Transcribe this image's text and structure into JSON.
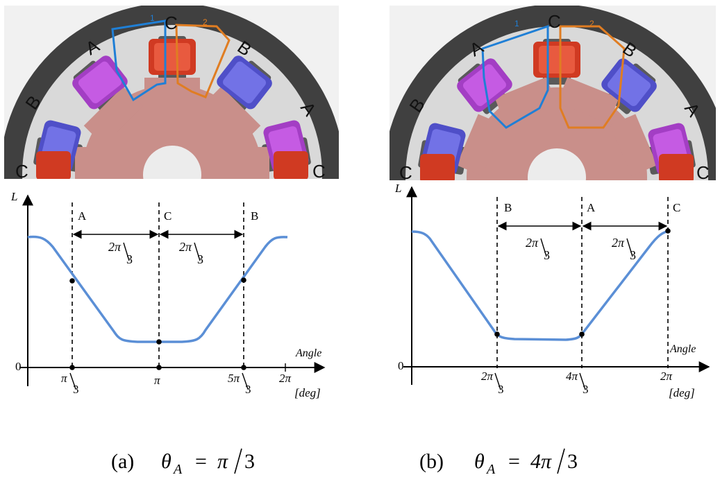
{
  "panels": [
    {
      "id": "a",
      "caption": {
        "label": "(a)",
        "theta": "θ",
        "sub": "A",
        "equals": "=",
        "num": "π",
        "den": "3"
      },
      "motor_labels": {
        "top_c": "C",
        "upper_left_a": "A",
        "upper_right_b": "B",
        "mid_left_b": "B",
        "mid_right_a": "A",
        "bottom_left_c": "C",
        "bottom_right_c": "C",
        "flux_1": "1",
        "flux_2": "2"
      },
      "graph": {
        "y_label": "L",
        "x_label": "Angle",
        "unit_label": "[deg]",
        "origin_label": "0",
        "phase_labels": [
          "A",
          "C",
          "B"
        ],
        "span_labels": [
          {
            "num": "2π",
            "den": "3"
          },
          {
            "num": "2π",
            "den": "3"
          }
        ],
        "tick_labels": [
          {
            "num": "π",
            "den": "3"
          },
          {
            "text": "π"
          },
          {
            "num": "5π",
            "den": "3"
          },
          {
            "text": "2π"
          }
        ]
      }
    },
    {
      "id": "b",
      "caption": {
        "label": "(b)",
        "theta": "θ",
        "sub": "A",
        "equals": "=",
        "num": "4π",
        "den": "3"
      },
      "motor_labels": {
        "top_c": "C",
        "upper_left_a": "A",
        "upper_right_b": "B",
        "mid_left_b": "B",
        "mid_right_a": "A",
        "bottom_left_c": "C",
        "bottom_right_c": "C",
        "flux_1": "1",
        "flux_2": "2"
      },
      "graph": {
        "y_label": "L",
        "x_label": "Angle",
        "unit_label": "[deg]",
        "origin_label": "0",
        "phase_labels": [
          "B",
          "A",
          "C"
        ],
        "span_labels": [
          {
            "num": "2π",
            "den": "3"
          },
          {
            "num": "2π",
            "den": "3"
          }
        ],
        "tick_labels": [
          {
            "num": "2π",
            "den": "3"
          },
          {
            "num": "4π",
            "den": "3"
          },
          {
            "text": "2π"
          }
        ]
      }
    }
  ],
  "colors": {
    "curve": "#5b8fd6",
    "stator": "#3d3d3d",
    "rotor": "#c98f8a",
    "coil_c": "#d03a22",
    "coil_a": "#b548d6",
    "coil_b": "#5e5ed8",
    "flux_1": "#1f7fd6",
    "flux_2": "#e07d22"
  }
}
